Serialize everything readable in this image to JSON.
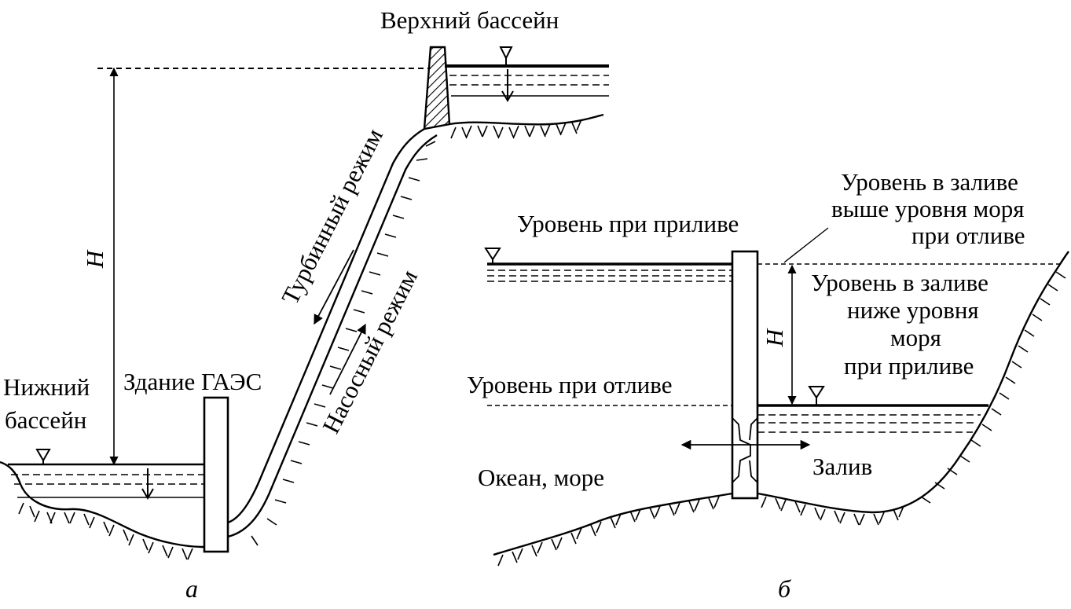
{
  "diagram_a": {
    "caption": "а",
    "upper_basin": "Верхний бассейн",
    "lower_basin_line1": "Нижний",
    "lower_basin_line2": "бассейн",
    "station_building": "Здание ГАЭС",
    "turbine_mode": "Турбинный режим",
    "pump_mode": "Насосный режим",
    "head_symbol": "H"
  },
  "diagram_b": {
    "caption": "б",
    "high_tide_level": "Уровень при приливе",
    "low_tide_level": "Уровень при отливе",
    "bay_above_line1": "Уровень в заливе",
    "bay_above_line2": "выше уровня моря",
    "bay_above_line3": "при отливе",
    "bay_below_line1": "Уровень в заливе",
    "bay_below_line2": "ниже уровня",
    "bay_below_line3": "моря",
    "bay_below_line4": "при приливе",
    "ocean": "Океан,  море",
    "bay": "Залив",
    "head_symbol": "H"
  }
}
